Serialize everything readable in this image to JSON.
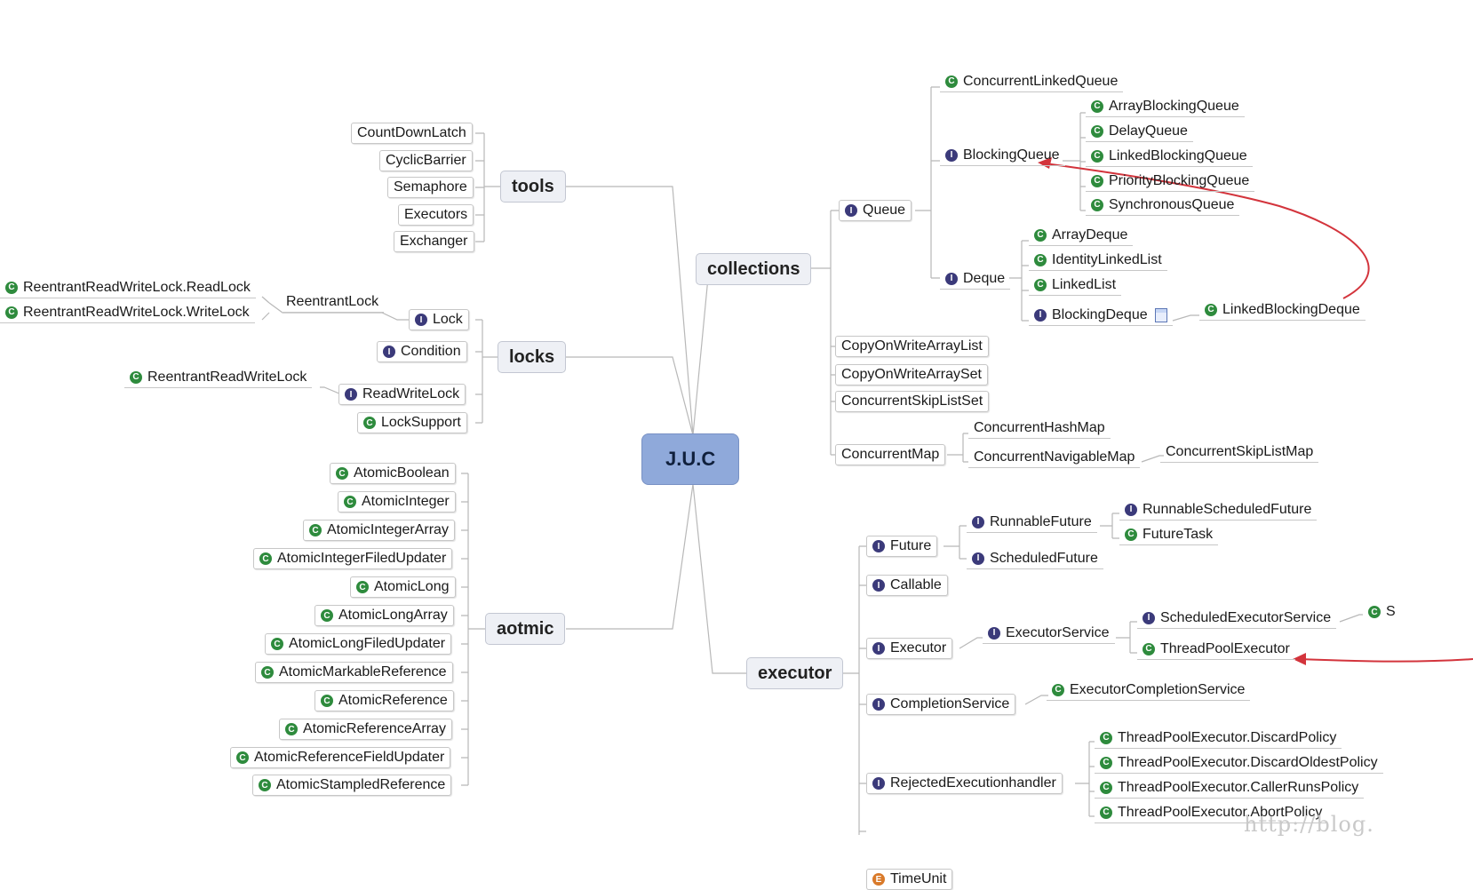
{
  "root": {
    "label": "J.U.C"
  },
  "categories": {
    "tools": "tools",
    "locks": "locks",
    "aotmic": "aotmic",
    "collections": "collections",
    "executor": "executor"
  },
  "tools": [
    "CountDownLatch",
    "CyclicBarrier",
    "Semaphore",
    "Executors",
    "Exchanger"
  ],
  "locks": {
    "lock": "Lock",
    "reentrant_lock": "ReentrantLock",
    "read_lock": "ReentrantReadWriteLock.ReadLock",
    "write_lock": "ReentrantReadWriteLock.WriteLock",
    "condition": "Condition",
    "read_write_lock": "ReadWriteLock",
    "reentrant_read_write_lock": "ReentrantReadWriteLock",
    "lock_support": "LockSupport"
  },
  "atomic": [
    "AtomicBoolean",
    "AtomicInteger",
    "AtomicIntegerArray",
    "AtomicIntegerFiledUpdater",
    "AtomicLong",
    "AtomicLongArray",
    "AtomicLongFiledUpdater",
    "AtomicMarkableReference",
    "AtomicReference",
    "AtomicReferenceArray",
    "AtomicReferenceFieldUpdater",
    "AtomicStampledReference"
  ],
  "collections": {
    "queue": "Queue",
    "concurrent_linked_queue": "ConcurrentLinkedQueue",
    "blocking_queue": "BlockingQueue",
    "blocking_queue_impls": [
      "ArrayBlockingQueue",
      "DelayQueue",
      "LinkedBlockingQueue",
      "PriorityBlockingQueue",
      "SynchronousQueue"
    ],
    "deque": "Deque",
    "deque_impls": [
      "ArrayDeque",
      "IdentityLinkedList",
      "LinkedList"
    ],
    "blocking_deque": "BlockingDeque",
    "linked_blocking_deque": "LinkedBlockingDeque",
    "copy_on_write_array_list": "CopyOnWriteArrayList",
    "copy_on_write_array_set": "CopyOnWriteArraySet",
    "concurrent_skip_list_set": "ConcurrentSkipListSet",
    "concurrent_map": "ConcurrentMap",
    "concurrent_hash_map": "ConcurrentHashMap",
    "concurrent_navigable_map": "ConcurrentNavigableMap",
    "concurrent_skip_list_map": "ConcurrentSkipListMap"
  },
  "executor": {
    "future": "Future",
    "runnable_future": "RunnableFuture",
    "scheduled_future": "ScheduledFuture",
    "runnable_scheduled_future": "RunnableScheduledFuture",
    "future_task": "FutureTask",
    "callable": "Callable",
    "executor": "Executor",
    "executor_service": "ExecutorService",
    "scheduled_executor_service": "ScheduledExecutorService",
    "thread_pool_executor": "ThreadPoolExecutor",
    "cut_off_label": "S",
    "completion_service": "CompletionService",
    "executor_completion_service": "ExecutorCompletionService",
    "rejected_execution_handler": "RejectedExecutionhandler",
    "policies": [
      "ThreadPoolExecutor.DiscardPolicy",
      "ThreadPoolExecutor.DiscardOldestPolicy",
      "ThreadPoolExecutor.CallerRunsPolicy",
      "ThreadPoolExecutor.AbortPolicy"
    ],
    "time_unit": "TimeUnit"
  },
  "watermark": "http://blog.",
  "icons": {
    "class": "class-icon",
    "interface": "interface-icon",
    "enum": "enum-icon",
    "note": "note-icon"
  },
  "colors": {
    "root_fill": "#8fa9da",
    "category_fill": "#eef0f5",
    "class_icon": "#2e8b3d",
    "interface_icon": "#3b3a7a",
    "arrow": "#d3343c",
    "connector": "#b8b8b8"
  }
}
